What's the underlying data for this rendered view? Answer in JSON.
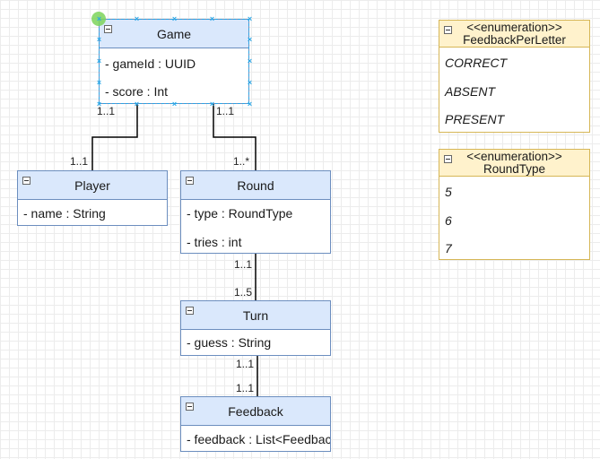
{
  "classes": {
    "game": {
      "name": "Game",
      "attrs": [
        "- gameId : UUID",
        "- score : Int"
      ]
    },
    "player": {
      "name": "Player",
      "attrs": [
        "- name : String"
      ]
    },
    "round": {
      "name": "Round",
      "attrs": [
        "- type : RoundType",
        "- tries : int"
      ]
    },
    "turn": {
      "name": "Turn",
      "attrs": [
        "- guess : String"
      ]
    },
    "feedback": {
      "name": "Feedback",
      "attrs": [
        "- feedback : List<FeedbackPerLetter>"
      ]
    }
  },
  "enums": {
    "feedback_per_letter": {
      "stereotype": "<<enumeration>>",
      "name": "FeedbackPerLetter",
      "values": [
        "CORRECT",
        "ABSENT",
        "PRESENT"
      ]
    },
    "round_type": {
      "stereotype": "<<enumeration>>",
      "name": "RoundType",
      "values": [
        "5",
        "6",
        "7"
      ]
    }
  },
  "multiplicities": {
    "game_player_src": "1..1",
    "game_player_dst": "1..1",
    "game_round_src": "1..1",
    "game_round_dst": "1..*",
    "round_turn_src": "1..1",
    "round_turn_dst": "1..5",
    "turn_feedback_src": "1..1",
    "turn_feedback_dst": "1..1"
  },
  "colors": {
    "class_fill": "#dae8fc",
    "class_stroke": "#6c8ebf",
    "enum_fill": "#fff2cc",
    "enum_stroke": "#d6b656",
    "selection": "#29a5e6"
  }
}
